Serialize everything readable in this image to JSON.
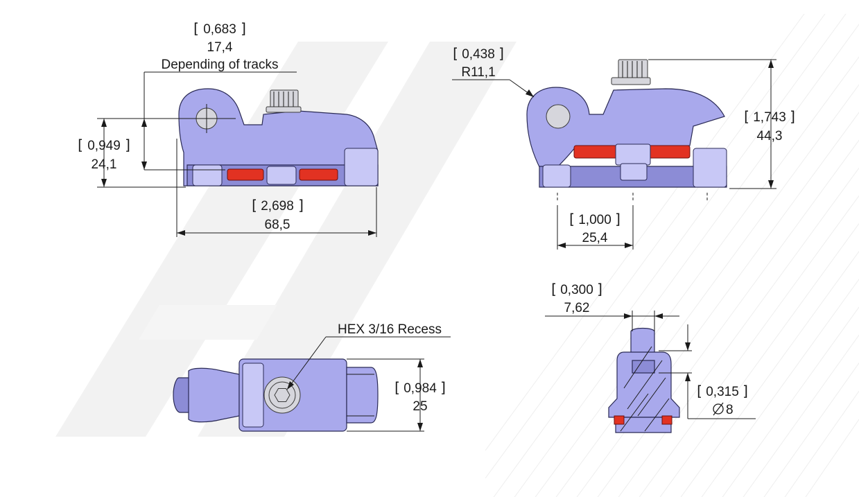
{
  "dimensions": {
    "pivot_offset": {
      "inch": "0,683",
      "mm": "17,4",
      "note": "Depending of tracks"
    },
    "height_left": {
      "inch": "0,949",
      "mm": "24,1"
    },
    "length": {
      "inch": "2,698",
      "mm": "68,5"
    },
    "radius": {
      "inch": "0,438",
      "mm": "R11,1"
    },
    "height_total": {
      "inch": "1,743",
      "mm": "44,3"
    },
    "pitch": {
      "inch": "1,000",
      "mm": "25,4"
    },
    "hex_recess": {
      "label": "HEX 3/16 Recess"
    },
    "width": {
      "inch": "0,984",
      "mm": "25"
    },
    "slot_width": {
      "inch": "0,300",
      "mm": "7,62"
    },
    "pin_diameter": {
      "inch": "0,315",
      "mm": "8"
    }
  },
  "colors": {
    "part_body": "#a9a9ec",
    "part_shadow": "#8c8cd6",
    "bearing_red": "#e23222",
    "line": "#1a1a1a",
    "watermark": "#f1f1f1"
  },
  "icons": {
    "diameter_symbol": "diameter-icon"
  }
}
